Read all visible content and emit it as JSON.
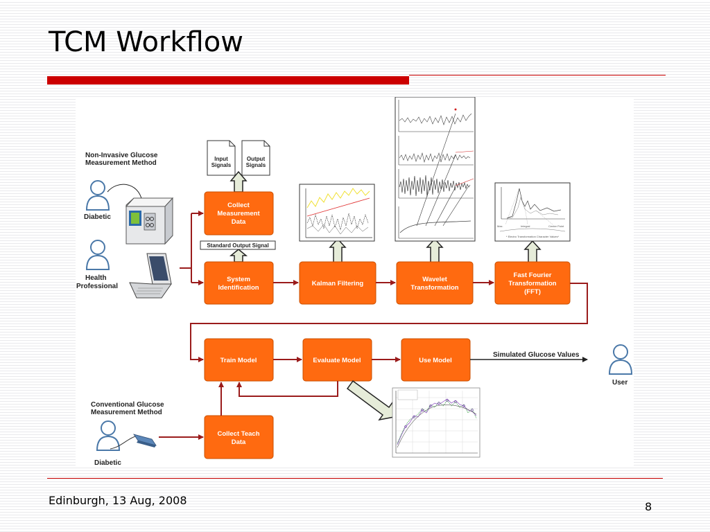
{
  "slide": {
    "title": "TCM Workflow",
    "footer": "Edinburgh, 13 Aug, 2008",
    "page_number": "8"
  },
  "diagram": {
    "noninvasive": {
      "heading_line1": "Non-Invasive Glucose",
      "heading_line2": "Measurement Method",
      "user_diabetic": "Diabetic",
      "user_health_line1": "Health",
      "user_health_line2": "Professional"
    },
    "conventional": {
      "heading_line1": "Conventional Glucose",
      "heading_line2": "Measurement Method",
      "user_diabetic": "Diabetic"
    },
    "documents": {
      "input_line1": "Input",
      "input_line2": "Signals",
      "output_line1": "Output",
      "output_line2": "Signals"
    },
    "standard_output_signal": "Standard Output Signal",
    "simulated_glucose_values": "Simulated Glucose Values",
    "end_user": "User",
    "boxes": {
      "collect_measurement": [
        "Collect",
        "Measurement",
        "Data"
      ],
      "system_identification": [
        "System",
        "Identification"
      ],
      "kalman_filtering": [
        "Kalman Filtering"
      ],
      "wavelet_transformation": [
        "Wavelet",
        "Transformation"
      ],
      "fft": [
        "Fast Fourier",
        "Transformation",
        "(FFT)"
      ],
      "train_model": [
        "Train Model"
      ],
      "evaluate_model": [
        "Evaluate Model"
      ],
      "use_model": [
        "Use Model"
      ],
      "collect_teach": [
        "Collect Teach",
        "Data"
      ]
    },
    "fft_plot_labels": {
      "max": "Max.",
      "integral": "Integral",
      "center_point": "Center Point",
      "caption": "* Electro Transformation Character Values*"
    },
    "colors": {
      "box_fill": "#ff6a10",
      "box_stroke": "#c94f00",
      "arrow_red": "#9a1b1b",
      "up_arrow_fill": "#e6ecd9",
      "accent_red": "#cc0000"
    }
  }
}
